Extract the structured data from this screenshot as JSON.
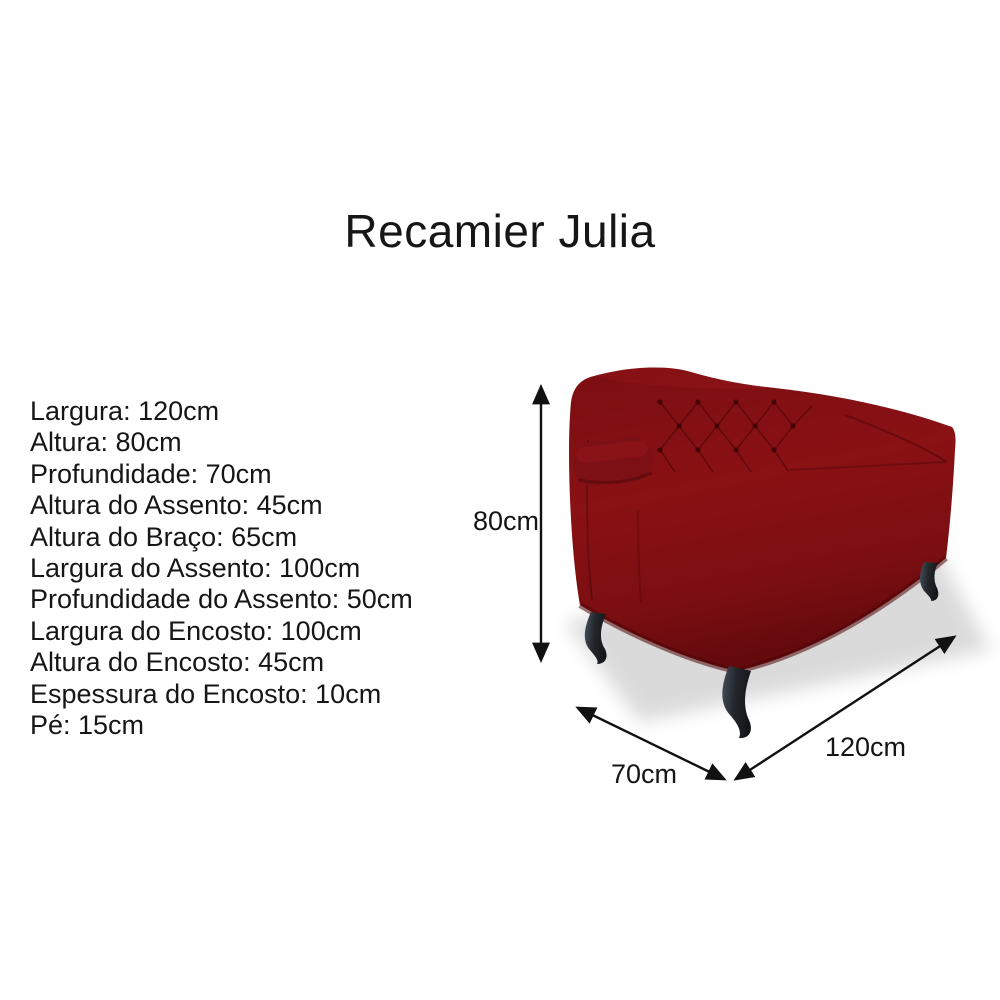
{
  "title": "Recamier Julia",
  "specs": [
    "Largura: 120cm",
    "Altura: 80cm",
    "Profundidade: 70cm",
    "Altura do Assento: 45cm",
    "Altura do Braço: 65cm",
    "Largura do Assento: 100cm",
    "Profundidade do Assento: 50cm",
    "Largura do Encosto: 100cm",
    "Altura do Encosto: 45cm",
    "Espessura do Encosto: 10cm",
    "Pé: 15cm"
  ],
  "figure": {
    "product": "recamier-sofa",
    "height_label": "80cm",
    "depth_label": "70cm",
    "width_label": "120cm",
    "colors": {
      "upholstery": "#7E0F13",
      "upholstery_dark": "#650A0D",
      "upholstery_light": "#8E1315",
      "legs": "#23272C",
      "floor_shadow": "#D6D6D6",
      "arrows": "#111111",
      "text": "#161616",
      "background": "#FFFFFF"
    }
  }
}
